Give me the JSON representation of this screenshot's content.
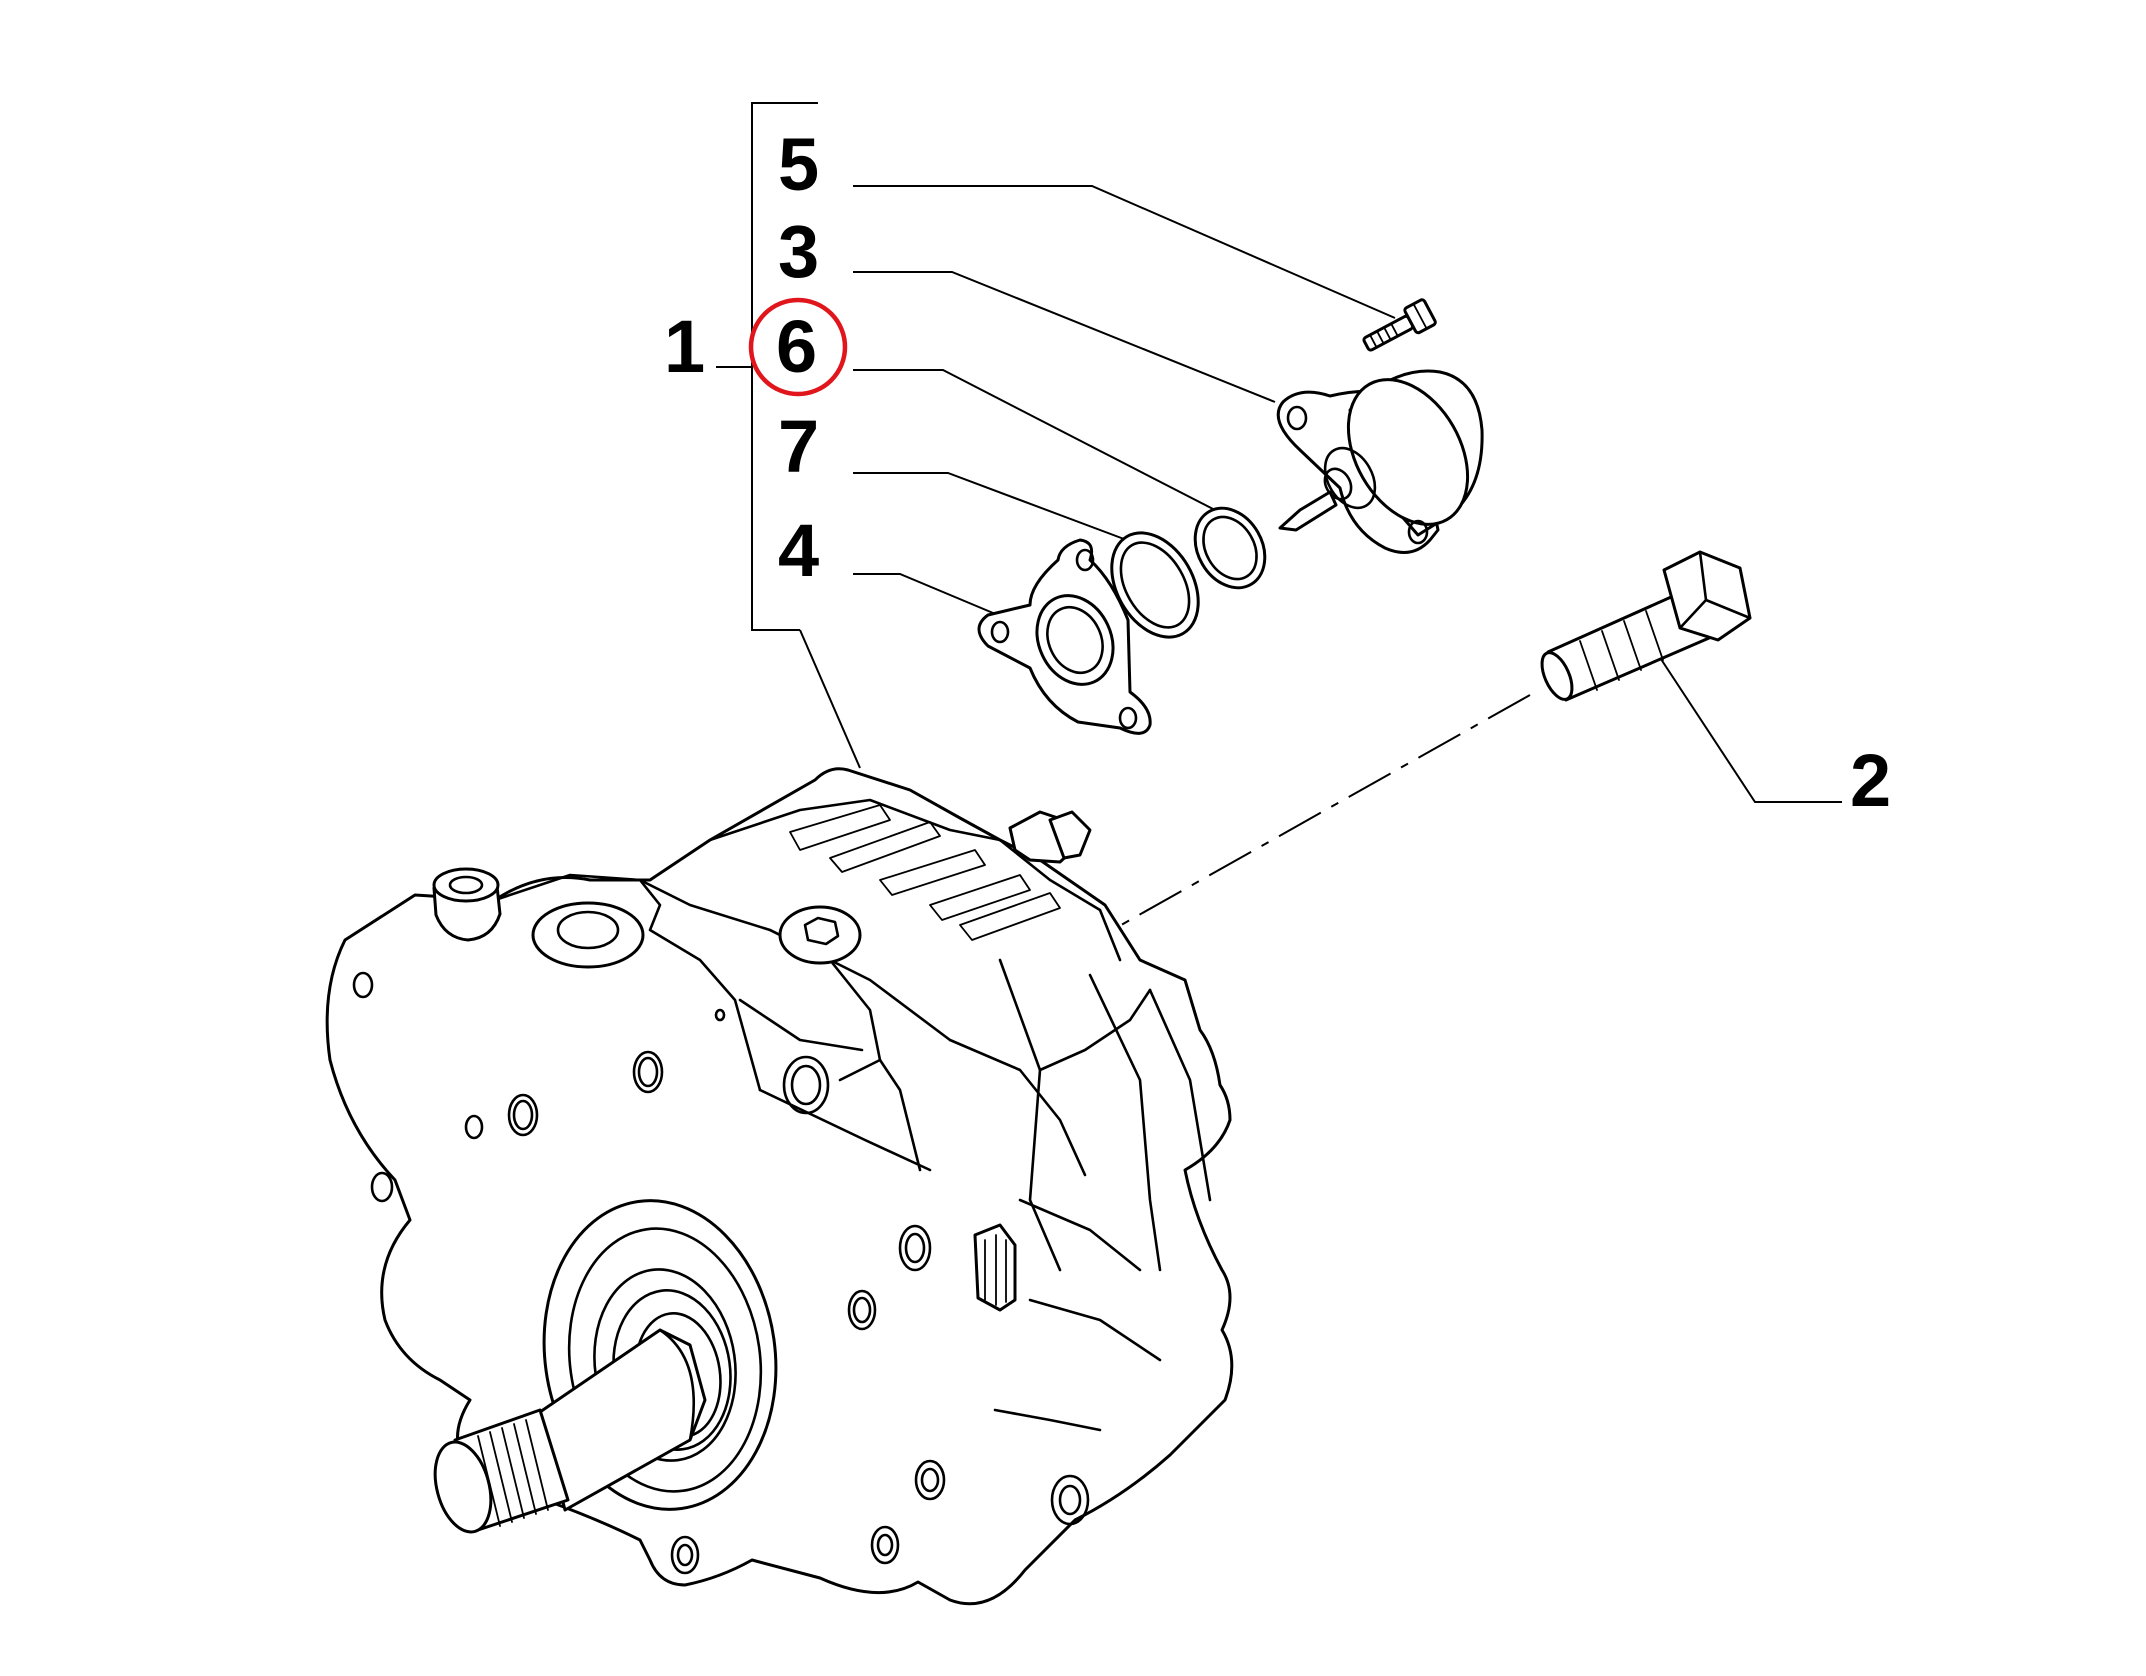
{
  "callouts": {
    "part_1": "1",
    "part_2": "2",
    "part_3": "3",
    "part_4": "4",
    "part_5": "5",
    "part_6": "6",
    "part_7": "7"
  },
  "highlight": {
    "target": "6",
    "color": "#e0161c"
  }
}
